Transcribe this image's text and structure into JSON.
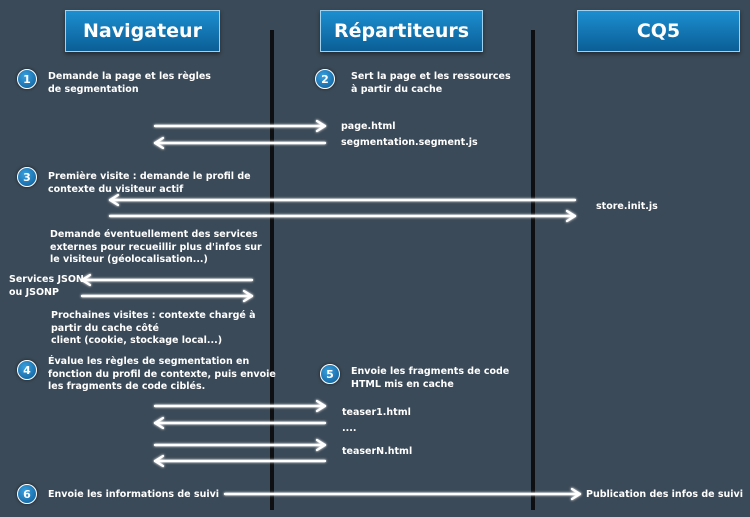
{
  "headers": {
    "browser": "Navigateur",
    "dispatchers": "Répartiteurs",
    "cq5": "CQ5"
  },
  "steps": [
    {
      "number": "1",
      "lines": [
        "Demande la page et les règles",
        "de segmentation"
      ]
    },
    {
      "number": "2",
      "lines": [
        "Sert la page et les ressources",
        "à partir du cache"
      ]
    },
    {
      "number": "3",
      "lines": [
        "Première visite : demande le profil de",
        "contexte du visiteur actif"
      ]
    },
    {
      "number": "4",
      "lines": [
        "Évalue les règles de segmentation en",
        "fonction du profil de contexte, puis envoie",
        "les fragments de code ciblés."
      ]
    },
    {
      "number": "5",
      "lines": [
        "Envoie les fragments de code",
        "HTML mis en cache"
      ]
    },
    {
      "number": "6",
      "lines": [
        "Envoie les informations de suivi"
      ]
    }
  ],
  "notes": {
    "external_services": [
      "Demande éventuellement des services",
      "externes pour recueillir plus d'infos sur",
      "le visiteur (géolocalisation...)"
    ],
    "later_visits": [
      "Prochaines visites : contexte chargé à",
      "partir du cache côté",
      "client (cookie, stockage local...)"
    ]
  },
  "messages": {
    "page_html": "page.html",
    "segment_js": "segmentation.segment.js",
    "store_init": "store.init.js",
    "services_json": [
      "Services JSON",
      "ou JSONP"
    ],
    "teaser1": "teaser1.html",
    "ellipsis": "....",
    "teaserN": "teaserN.html",
    "tracking": "Publication des infos de suivi"
  }
}
